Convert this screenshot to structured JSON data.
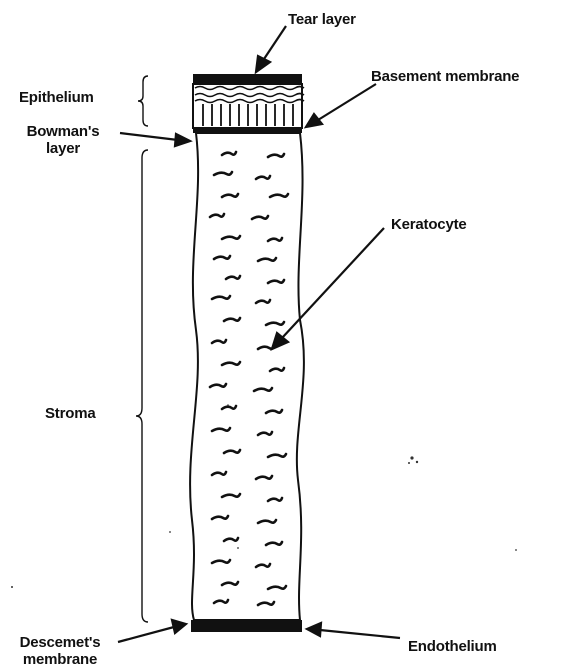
{
  "labels": {
    "tear_layer": "Tear layer",
    "epithelium": "Epithelium",
    "basement_membrane": "Basement membrane",
    "bowmans_layer_line1": "Bowman's",
    "bowmans_layer_line2": "layer",
    "keratocyte": "Keratocyte",
    "stroma": "Stroma",
    "descemets_membrane_line1": "Descemet's",
    "descemets_membrane_line2": "membrane",
    "endothelium": "Endothelium"
  },
  "colors": {
    "ink": "#111111",
    "background": "#ffffff"
  }
}
